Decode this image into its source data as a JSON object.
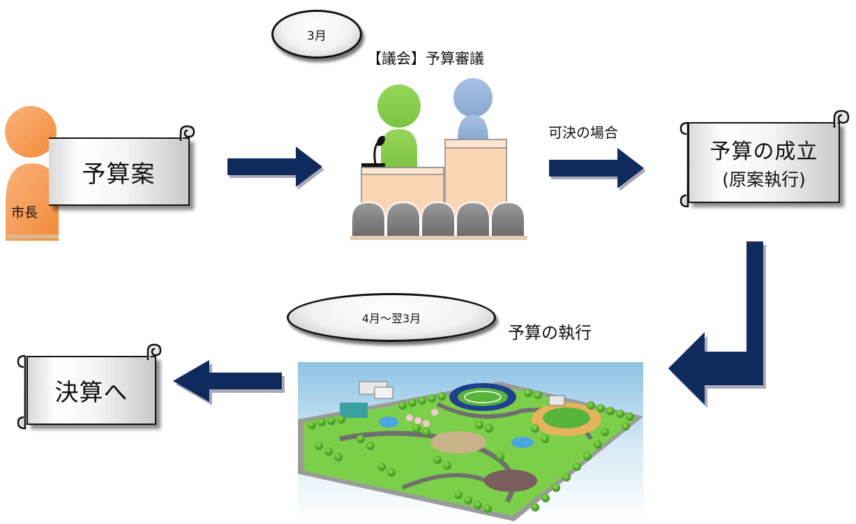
{
  "mayor": {
    "label": "市長"
  },
  "budget_proposal": {
    "label": "予算案"
  },
  "month_march": {
    "label": "3月"
  },
  "council": {
    "label": "【議会】予算審議"
  },
  "approval": {
    "label": "可決の場合"
  },
  "budget_established": {
    "line1": "予算の成立",
    "line2": "(原案執行)"
  },
  "period": {
    "label": "4月～翌3月"
  },
  "execution": {
    "label": "予算の執行"
  },
  "settlement": {
    "label": "決算へ"
  },
  "colors": {
    "arrow": "#0f2a5c",
    "mayor_orange": "#f79646",
    "member_green": "#8fd14f",
    "member_blue": "#95b3d7",
    "podium": "#fcd5b4",
    "seats": "#7f7f7f"
  }
}
